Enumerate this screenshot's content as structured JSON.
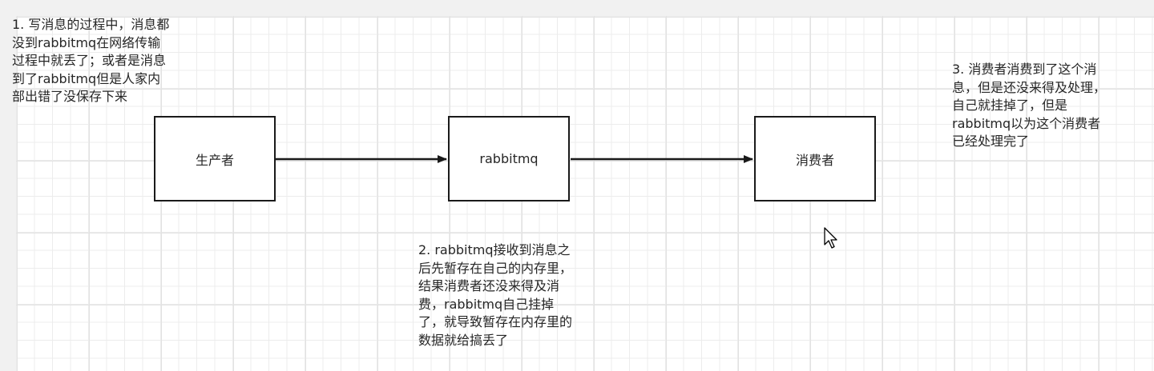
{
  "diagram": {
    "nodes": [
      {
        "id": "producer",
        "label": "生产者"
      },
      {
        "id": "rabbitmq",
        "label": "rabbitmq"
      },
      {
        "id": "consumer",
        "label": "消费者"
      }
    ],
    "edges": [
      {
        "from": "producer",
        "to": "rabbitmq"
      },
      {
        "from": "rabbitmq",
        "to": "consumer"
      }
    ],
    "notes": [
      {
        "id": "note-1",
        "text": "1. 写消息的过程中，消息都\n没到rabbitmq在网络传输\n过程中就丢了；或者是消息\n到了rabbitmq但是人家内\n部出错了没保存下来"
      },
      {
        "id": "note-2",
        "text": "2. rabbitmq接收到消息之\n后先暂存在自己的内存里，\n结果消费者还没来得及消\n费，rabbitmq自己挂掉\n了，就导致暂存在内存里的\n数据就给搞丢了"
      },
      {
        "id": "note-3",
        "text": "3. 消费者消费到了这个消\n息，但是还没来得及处理，\n自己就挂掉了，但是\nrabbitmq以为这个消费者\n已经处理完了"
      }
    ]
  },
  "colors": {
    "line": "#1a1a1a",
    "text": "#262626",
    "grid": "#e2e2e2",
    "background": "#ffffff"
  },
  "cursor": {
    "icon": "mouse-pointer-icon"
  }
}
